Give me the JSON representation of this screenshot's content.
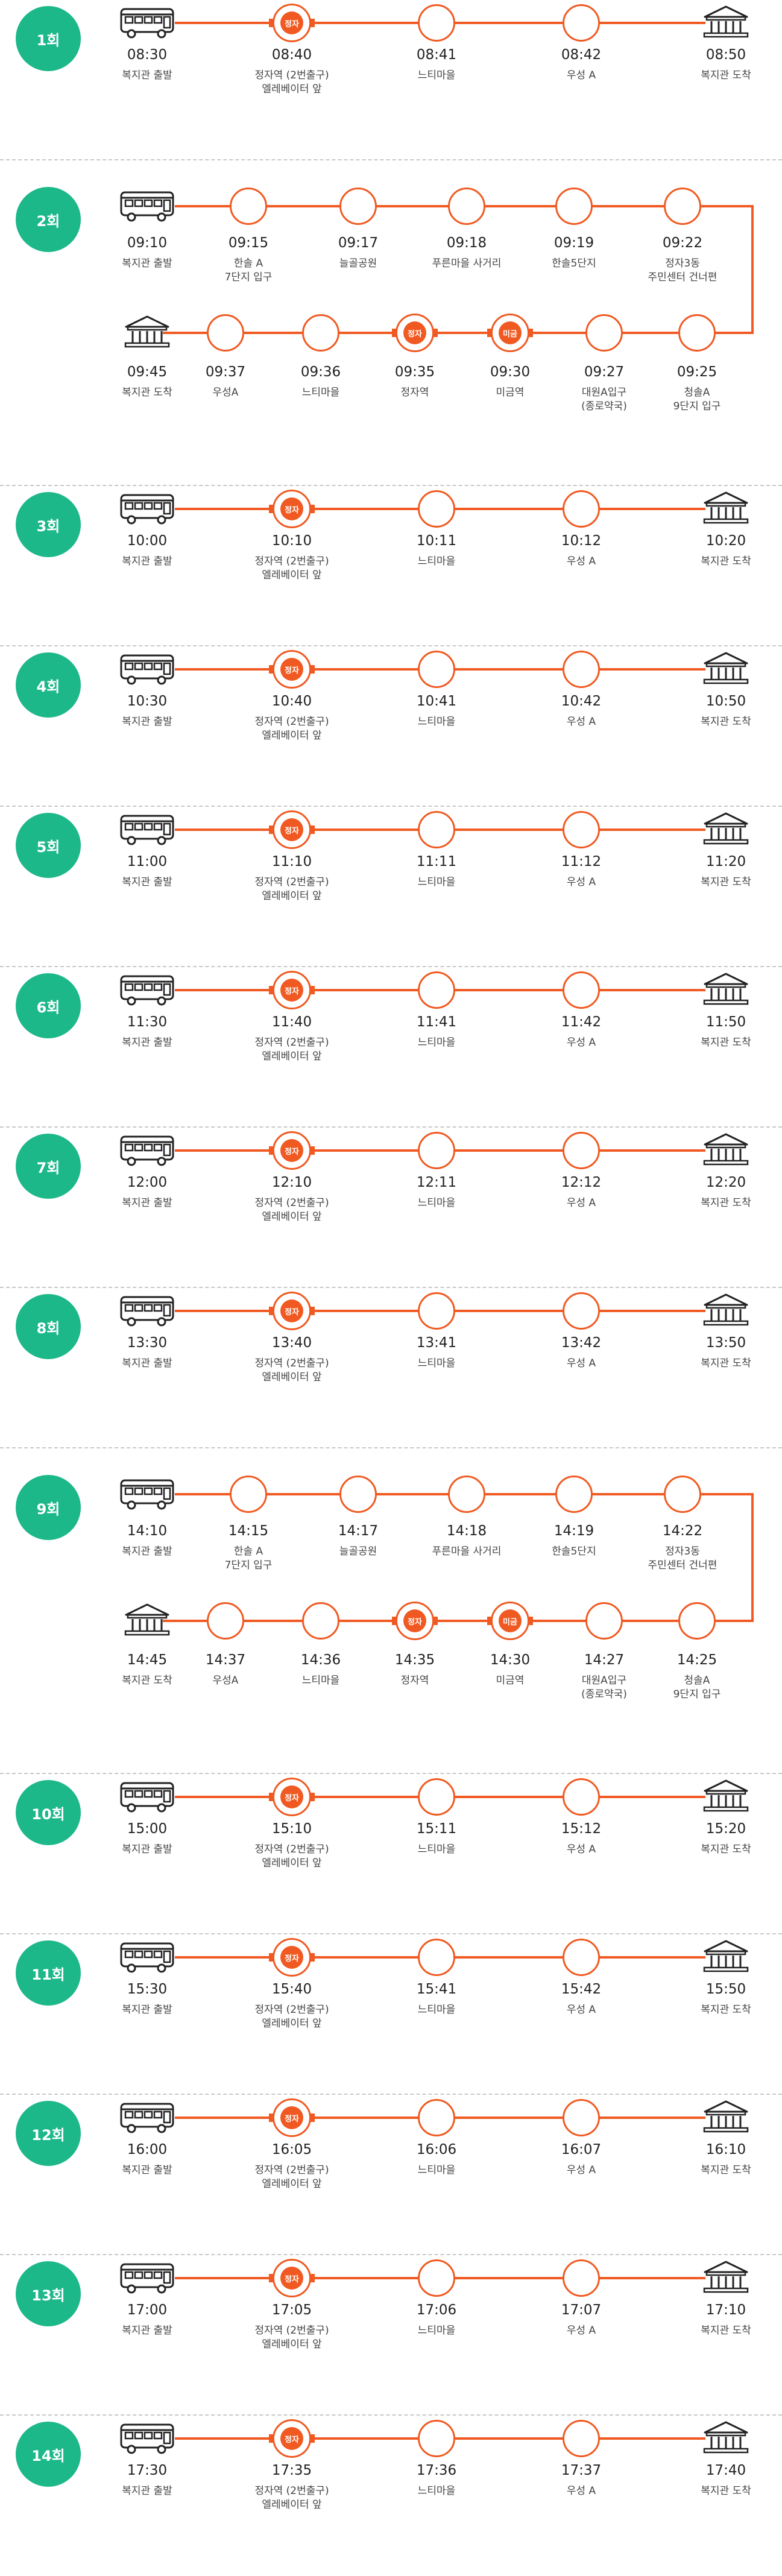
{
  "colors": {
    "accent": "#f05a22",
    "badge": "#1db88a",
    "divider": "#c8c8c8"
  },
  "icons": {
    "depart": "bus-icon",
    "arrive": "building-icon"
  },
  "labels": {
    "depart": "복지관 출발",
    "arrive": "복지관 도착",
    "jeongja_exit": "정자역 (2번출구)\n엘레베이터 앞",
    "neutee": "느티마을",
    "woosung": "우성 A",
    "mark_jeongja": "정자",
    "mark_migeum": "미금"
  },
  "trips": [
    {
      "label": "1회",
      "type": "short",
      "times": [
        "08:30",
        "08:40",
        "08:41",
        "08:42",
        "08:50"
      ]
    },
    {
      "label": "2회",
      "type": "long",
      "top": [
        {
          "time": "09:10",
          "name": "복지관 출발"
        },
        {
          "time": "09:15",
          "name": "한솔 A\n7단지 입구"
        },
        {
          "time": "09:17",
          "name": "늘골공원"
        },
        {
          "time": "09:18",
          "name": "푸른마을 사거리"
        },
        {
          "time": "09:19",
          "name": "한솔5단지"
        },
        {
          "time": "09:22",
          "name": "정자3동\n주민센터 건너편"
        }
      ],
      "bottom": [
        {
          "time": "09:45",
          "name": "복지관 도착"
        },
        {
          "time": "09:37",
          "name": "우성A"
        },
        {
          "time": "09:36",
          "name": "느티마을"
        },
        {
          "time": "09:35",
          "name": "정자역"
        },
        {
          "time": "09:30",
          "name": "미금역"
        },
        {
          "time": "09:27",
          "name": "대원A입구\n(종로약국)"
        },
        {
          "time": "09:25",
          "name": "청솔A\n9단지 입구"
        }
      ]
    },
    {
      "label": "3회",
      "type": "short",
      "times": [
        "10:00",
        "10:10",
        "10:11",
        "10:12",
        "10:20"
      ]
    },
    {
      "label": "4회",
      "type": "short",
      "times": [
        "10:30",
        "10:40",
        "10:41",
        "10:42",
        "10:50"
      ]
    },
    {
      "label": "5회",
      "type": "short",
      "times": [
        "11:00",
        "11:10",
        "11:11",
        "11:12",
        "11:20"
      ]
    },
    {
      "label": "6회",
      "type": "short",
      "times": [
        "11:30",
        "11:40",
        "11:41",
        "11:42",
        "11:50"
      ]
    },
    {
      "label": "7회",
      "type": "short",
      "times": [
        "12:00",
        "12:10",
        "12:11",
        "12:12",
        "12:20"
      ]
    },
    {
      "label": "8회",
      "type": "short",
      "times": [
        "13:30",
        "13:40",
        "13:41",
        "13:42",
        "13:50"
      ]
    },
    {
      "label": "9회",
      "type": "long",
      "top": [
        {
          "time": "14:10",
          "name": "복지관 출발"
        },
        {
          "time": "14:15",
          "name": "한솔 A\n7단지 입구"
        },
        {
          "time": "14:17",
          "name": "늘골공원"
        },
        {
          "time": "14:18",
          "name": "푸른마을 사거리"
        },
        {
          "time": "14:19",
          "name": "한솔5단지"
        },
        {
          "time": "14:22",
          "name": "정자3동\n주민센터 건너편"
        }
      ],
      "bottom": [
        {
          "time": "14:45",
          "name": "복지관 도착"
        },
        {
          "time": "14:37",
          "name": "우성A"
        },
        {
          "time": "14:36",
          "name": "느티마을"
        },
        {
          "time": "14:35",
          "name": "정자역"
        },
        {
          "time": "14:30",
          "name": "미금역"
        },
        {
          "time": "14:27",
          "name": "대원A입구\n(종로약국)"
        },
        {
          "time": "14:25",
          "name": "청솔A\n9단지 입구"
        }
      ]
    },
    {
      "label": "10회",
      "type": "short",
      "times": [
        "15:00",
        "15:10",
        "15:11",
        "15:12",
        "15:20"
      ]
    },
    {
      "label": "11회",
      "type": "short",
      "times": [
        "15:30",
        "15:40",
        "15:41",
        "15:42",
        "15:50"
      ]
    },
    {
      "label": "12회",
      "type": "short",
      "times": [
        "16:00",
        "16:05",
        "16:06",
        "16:07",
        "16:10"
      ]
    },
    {
      "label": "13회",
      "type": "short",
      "times": [
        "17:00",
        "17:05",
        "17:06",
        "17:07",
        "17:10"
      ]
    },
    {
      "label": "14회",
      "type": "short",
      "times": [
        "17:30",
        "17:35",
        "17:36",
        "17:37",
        "17:40"
      ]
    }
  ]
}
